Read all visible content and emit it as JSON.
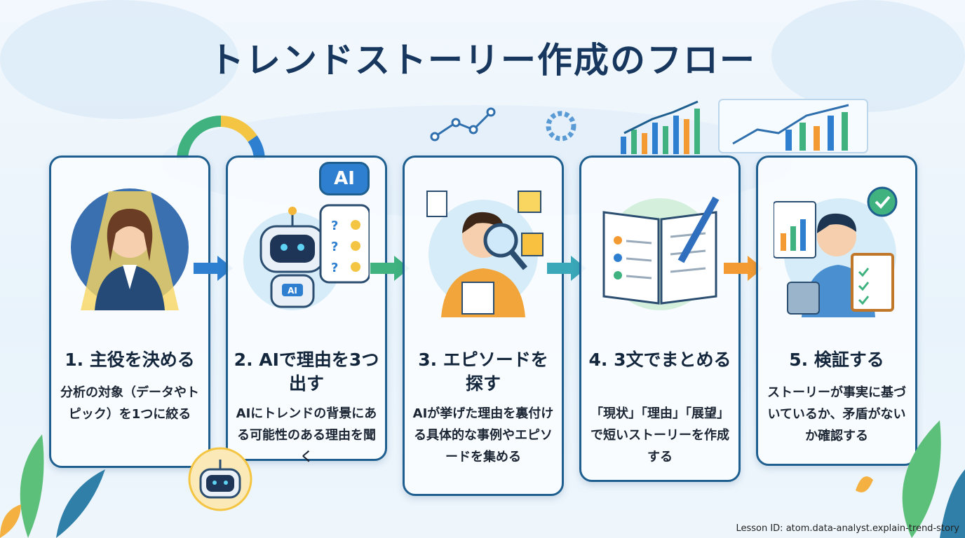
{
  "title": "トレンドストーリー作成のフロー",
  "colors": {
    "title": "#17375e",
    "card_border": "#1f5f8f",
    "arrow_blue": "#2f7fd0",
    "arrow_green": "#3fb27f",
    "arrow_orange": "#f39a32"
  },
  "steps": [
    {
      "title": "1. 主役を決める",
      "description": "分析の対象（データやトピック）を1つに絞る",
      "icon": "spotlight-person-icon"
    },
    {
      "title": "2. AIで理由を3つ出す",
      "description": "AIにトレンドの背景にある可能性のある理由を聞く",
      "icon": "ai-robot-icon",
      "badge": "AI",
      "robot_label": "AI"
    },
    {
      "title": "3. エピソードを探す",
      "description": "AIが挙げた理由を裏付ける具体的な事例やエピソードを集める",
      "icon": "magnifier-person-icon"
    },
    {
      "title": "4. 3文でまとめる",
      "description": "「現状」「理由」「展望」で短いストーリーを作成する",
      "icon": "notebook-pen-icon"
    },
    {
      "title": "5. 検証する",
      "description": "ストーリーが事実に基づいているか、矛盾がないか確認する",
      "icon": "clipboard-check-icon"
    }
  ],
  "footer": "Lesson ID: atom.data-analyst.explain-trend-story"
}
